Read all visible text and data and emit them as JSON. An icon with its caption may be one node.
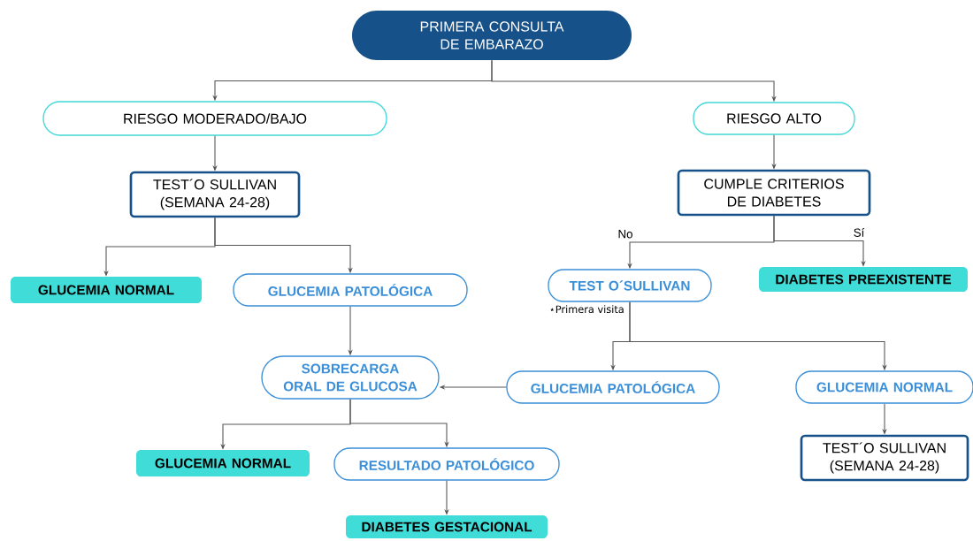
{
  "diagram": {
    "nodes": [
      {
        "text": [
          "PRIMERA CONSULTA DE EMBARAZO"
        ]
      },
      {
        "text": [
          "RIESGO MODERADO/BAJO"
        ]
      },
      {
        "text": [
          "RIESGO ALTO"
        ]
      },
      {
        "text": [
          "TEST´O SULLIVAN (SEMANA 24-28)"
        ]
      },
      {
        "text": [
          "CUMPLE CRITERIOS DE DIABETES"
        ]
      },
      {
        "text": [
          "GLUCEMIA NORMAL"
        ]
      },
      {
        "text": [
          "GLUCEMIA PATOLÓGICA"
        ]
      },
      {
        "text": [
          "TEST O´SULLIVAN"
        ],
        "beside": [
          "⋆Primera visita"
        ]
      },
      {
        "text": [
          "DIABETES PREEXISTENTE"
        ]
      },
      {
        "text": [
          "SOBRECARGA ORAL DE GLUCOSA"
        ]
      },
      {
        "text": [
          "GLUCEMIA PATOLÓGICA"
        ]
      },
      {
        "text": [
          "GLUCEMIA NORMAL"
        ]
      },
      {
        "text": [
          "GLUCEMIA NORMAL"
        ]
      },
      {
        "text": [
          "RESULTADO PATOLÓGICO"
        ]
      },
      {
        "text": [
          "TEST´O SULLIVAN (SEMANA 24-28)"
        ]
      },
      {
        "text": [
          "DIABETES GESTACIONAL"
        ]
      }
    ],
    "edges": [
      {
        "from": 0,
        "to": 1,
        "arrow": "to"
      },
      {
        "from": 0,
        "to": 2,
        "arrow": "to"
      },
      {
        "from": 1,
        "to": 3,
        "arrow": "to"
      },
      {
        "from": 2,
        "to": 4,
        "arrow": "to"
      },
      {
        "from": 3,
        "to": 5,
        "arrow": "to"
      },
      {
        "from": 3,
        "to": 6,
        "arrow": "to"
      },
      {
        "from": 4,
        "to": 7,
        "arrow": "to",
        "label": "No"
      },
      {
        "from": 4,
        "to": 8,
        "arrow": "to",
        "label": "Sí"
      },
      {
        "from": 6,
        "to": 9,
        "arrow": "to"
      },
      {
        "from": 7,
        "to": 10,
        "arrow": "to"
      },
      {
        "from": 7,
        "to": 11,
        "arrow": "to"
      },
      {
        "from": 10,
        "to": 9,
        "arrow": "to"
      },
      {
        "from": 11,
        "to": 14,
        "arrow": "to"
      },
      {
        "from": 9,
        "to": 12,
        "arrow": "to"
      },
      {
        "from": 9,
        "to": 13,
        "arrow": "to"
      },
      {
        "from": 13,
        "to": 15,
        "arrow": "to"
      }
    ]
  }
}
